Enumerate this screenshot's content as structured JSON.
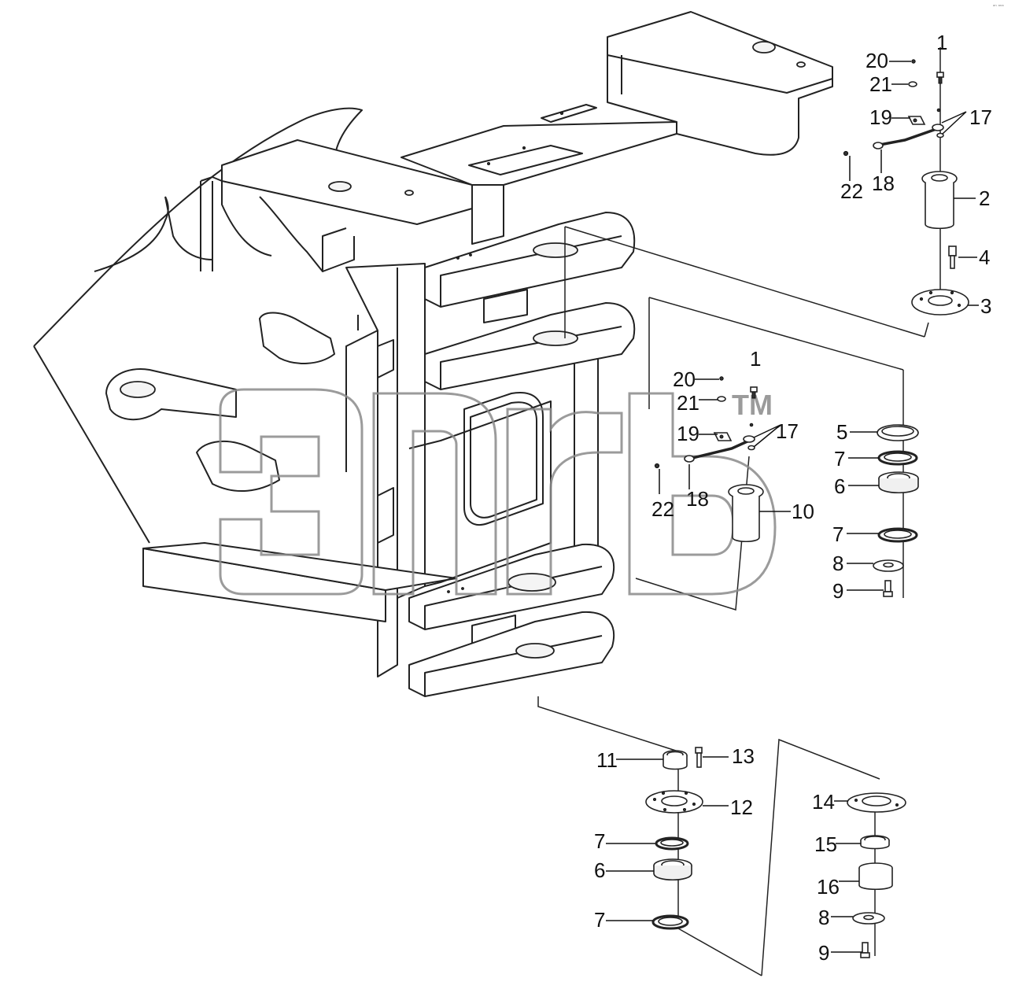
{
  "watermark": {
    "trademark": "TM"
  },
  "corner_mark": "ᵃⁿ ᵃⁿᵃ",
  "labels": {
    "top": {
      "l1": "1",
      "l20": "20",
      "l21": "21",
      "l19": "19",
      "l17": "17",
      "l18": "18",
      "l22": "22",
      "l2": "2",
      "l4": "4",
      "l3": "3"
    },
    "middle": {
      "l1": "1",
      "l20": "20",
      "l21": "21",
      "l19": "19",
      "l17": "17",
      "l22": "22",
      "l18": "18",
      "l10": "10"
    },
    "right": {
      "l5": "5",
      "l7a": "7",
      "l6": "6",
      "l7b": "7",
      "l8": "8",
      "l9": "9"
    },
    "bottom_left": {
      "l11": "11",
      "l13": "13",
      "l12": "12",
      "l7a": "7",
      "l6": "6",
      "l7b": "7"
    },
    "bottom_right": {
      "l14": "14",
      "l15": "15",
      "l16": "16",
      "l8": "8",
      "l9": "9"
    }
  }
}
